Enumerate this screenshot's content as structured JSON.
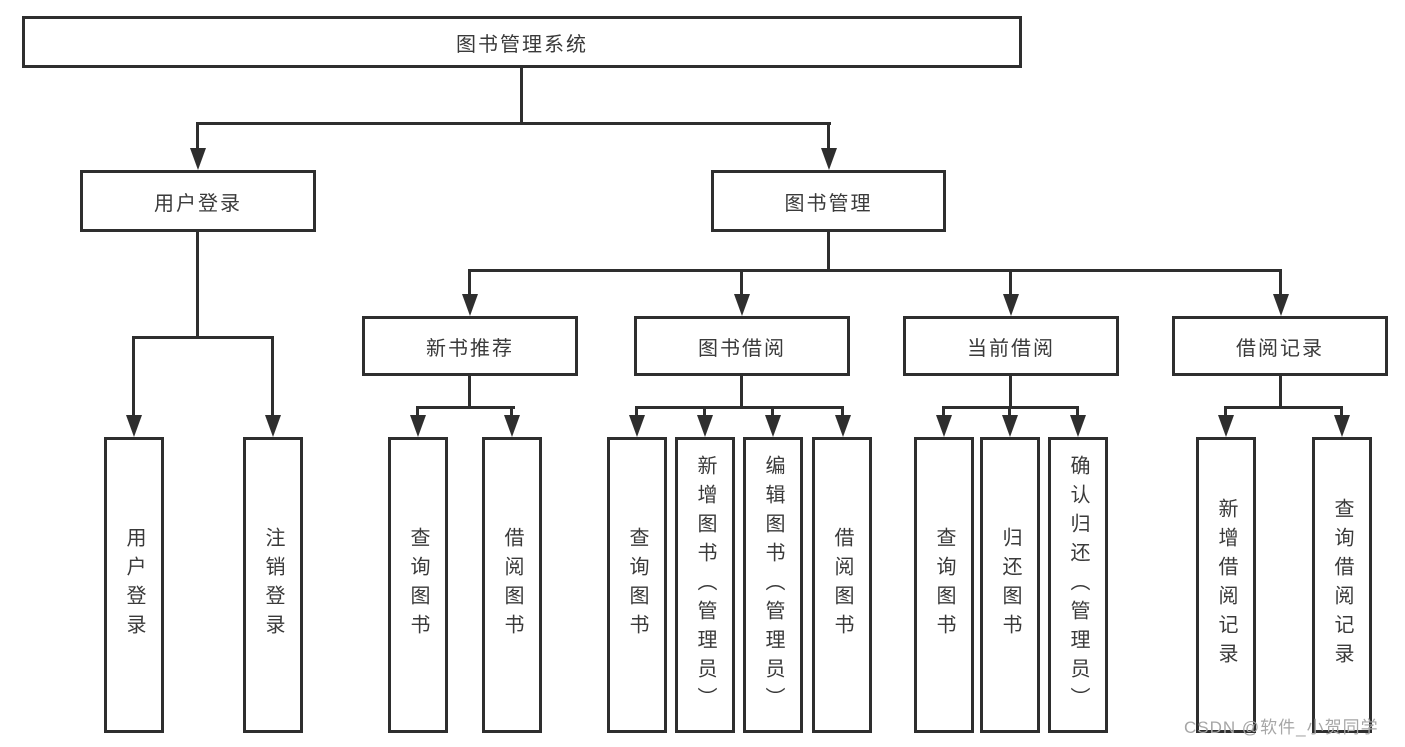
{
  "diagram": {
    "title_node": {
      "label": "图书管理系统"
    },
    "level2": [
      {
        "label": "用户登录"
      },
      {
        "label": "图书管理"
      }
    ],
    "level3": [
      {
        "label": "新书推荐"
      },
      {
        "label": "图书借阅"
      },
      {
        "label": "当前借阅"
      },
      {
        "label": "借阅记录"
      }
    ],
    "leaves": [
      {
        "label": "用户登录"
      },
      {
        "label": "注销登录"
      },
      {
        "label": "查询图书"
      },
      {
        "label": "借阅图书"
      },
      {
        "label": "查询图书"
      },
      {
        "label": "新增图书（管理员）"
      },
      {
        "label": "编辑图书（管理员）"
      },
      {
        "label": "借阅图书"
      },
      {
        "label": "查询图书"
      },
      {
        "label": "归还图书"
      },
      {
        "label": "确认归还（管理员）"
      },
      {
        "label": "新增借阅记录"
      },
      {
        "label": "查询借阅记录"
      }
    ]
  },
  "watermark": {
    "text": "CSDN @软件_小贺同学"
  },
  "colors": {
    "line": "#2e2e2e",
    "text": "#3a3a3a",
    "watermark": "#a6a6a6",
    "background": "#ffffff"
  }
}
